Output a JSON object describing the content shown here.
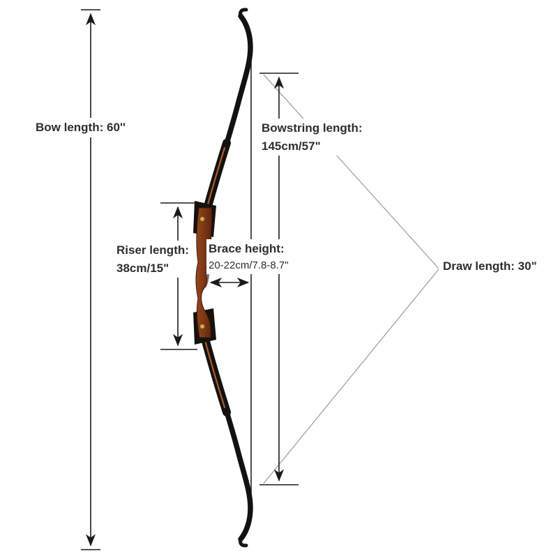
{
  "figure": {
    "title": "Recurve bow dimension diagram",
    "labels": {
      "bow_length": "Bow length: 60''",
      "bowstring_line1": "Bowstring length:",
      "bowstring_line2": "145cm/57\"",
      "riser_line1": "Riser length:",
      "riser_line2": "38cm/15\"",
      "brace_line1": "Brace height:",
      "brace_line2": "20-22cm/7.8-8.7\"",
      "draw_length": "Draw length: 30\""
    },
    "colors": {
      "background": "#ffffff",
      "dimension_line": "#1a1a1a",
      "guide_line": "#9a9a9a",
      "limb_black": "#121212",
      "riser_wood": "#7a3514",
      "riser_wood_light": "#93481c",
      "laminate_orange": "#b05a28",
      "bolt_gold": "#d8a84e",
      "text": "#2e2e2e"
    }
  }
}
